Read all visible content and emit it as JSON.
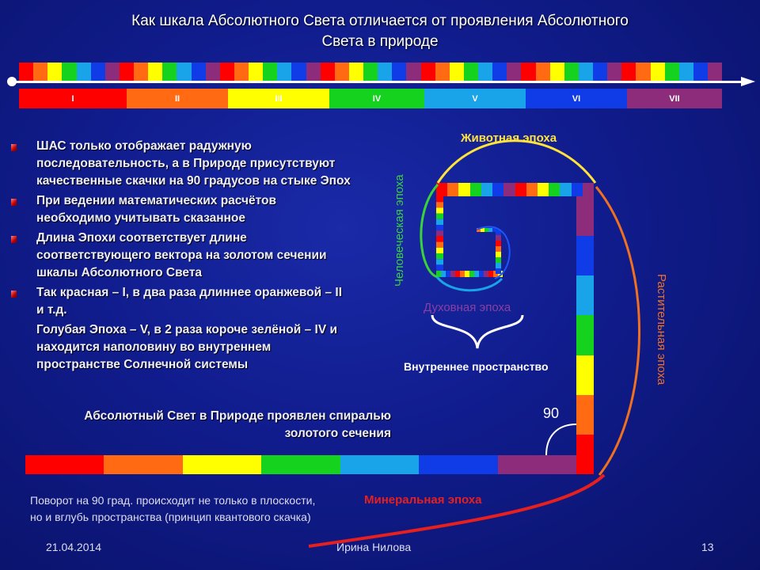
{
  "title_line1": "Как шкала Абсолютного Света отличается от проявления Абсолютного",
  "title_line2": "Света в природе",
  "colors": {
    "red": "#ff0000",
    "orange": "#ff6a13",
    "yellow": "#ffff00",
    "green": "#14d21e",
    "lightblue": "#19a3e8",
    "blue": "#0f3ce6",
    "violet": "#8c2c7a"
  },
  "rainbow_cycle": [
    "red",
    "orange",
    "yellow",
    "green",
    "lightblue",
    "blue",
    "violet"
  ],
  "epochs": [
    {
      "label": "I",
      "weight": 136,
      "color": "red"
    },
    {
      "label": "II",
      "weight": 128,
      "color": "orange"
    },
    {
      "label": "III",
      "weight": 128,
      "color": "yellow"
    },
    {
      "label": "IV",
      "weight": 120,
      "color": "green"
    },
    {
      "label": "V",
      "weight": 128,
      "color": "lightblue"
    },
    {
      "label": "VI",
      "weight": 128,
      "color": "blue"
    },
    {
      "label": "VII",
      "weight": 120,
      "color": "violet"
    }
  ],
  "bullets": [
    {
      "lines": [
        "ШАС только отображает радужную",
        "последовательность, а в Природе присутствуют",
        "качественные скачки на 90 градусов на стыке Эпох"
      ]
    },
    {
      "lines": [
        "При ведении математических расчётов",
        "необходимо учитывать сказанное"
      ]
    },
    {
      "lines": [
        "Длина Эпохи соответствует длине",
        "соответствующего вектора на золотом сечении",
        "шкалы Абсолютного Света"
      ]
    },
    {
      "lines": [
        "Так красная – I, в два раза длиннее оранжевой – II",
        "и т.д."
      ]
    }
  ],
  "continuation": [
    " Голубая Эпоха – V, в 2 раза короче зелёной – IV и",
    "находится наполовину во внутреннем",
    "пространстве Солнечной системы"
  ],
  "abs_line1": "Абсолютный Свет в Природе проявлен спиралью",
  "abs_line2": "золотого сечения",
  "labels": {
    "animal": "Животная эпоха",
    "human": "Человеческая эпоха",
    "plant": "Растительная эпоха",
    "spiritual": "Духовная эпоха",
    "inner": "Внутреннее пространство",
    "mineral": "Минеральная эпоха",
    "angle": "90"
  },
  "bottom_note1": "Поворот на 90 град. происходит не только в плоскости,",
  "bottom_note2": " но и вглубь пространства (принцип квантового скачка)",
  "footer": {
    "date": "21.04.2014",
    "author": "Ирина Нилова",
    "page": "13"
  },
  "label_colors": {
    "animal": "#ffe23a",
    "spiritual": "#8b3fa0",
    "mineral": "#e61f1f"
  }
}
